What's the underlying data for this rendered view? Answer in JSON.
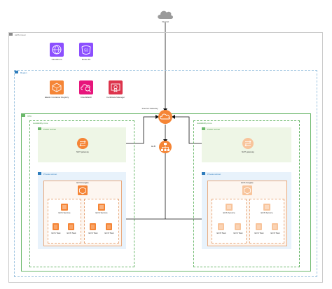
{
  "nodes": {
    "internet": "Internet",
    "aws_cloud": "AWS Cloud",
    "cloudfront": "CloudFront",
    "route53": "Route 53",
    "region": "Region",
    "ecr": "Elastic Container Registry",
    "cloudwatch": "CloudWatch",
    "acm": "Certificate Manager",
    "igw": "Internet Gateway",
    "vpc": "VPC",
    "elb": "ELB",
    "az_left": "Availability zone",
    "az_right": "Availability zone",
    "public_subnet": "Public subnet",
    "private_subnet": "Private subnet",
    "nat_gateway": "NAT gateway",
    "ecs_fargate": "ECS Fargate",
    "ecs_service": "ECS Service",
    "ecs_task": "ECS Task"
  },
  "colors": {
    "cloud_border": "#c9c9c9",
    "region_border": "#9ec4e0",
    "vpc_green": "#6bb86b",
    "public_fill": "#eef6e6",
    "private_fill": "#e8f2fb",
    "compute_orange": "#f58536",
    "networking_purple": "#8c4fff",
    "management_pink": "#e7157b",
    "security_red": "#dd344c"
  },
  "icons": {
    "cloudfront": "cloudfront-icon",
    "route53": "route53-icon",
    "ecr": "ecr-icon",
    "cloudwatch": "cloudwatch-icon",
    "acm": "certificate-manager-icon",
    "igw": "internet-gateway-icon",
    "elb": "load-balancer-icon",
    "nat": "nat-gateway-icon",
    "fargate": "fargate-icon",
    "service": "ecs-service-icon",
    "task": "ecs-task-icon"
  }
}
